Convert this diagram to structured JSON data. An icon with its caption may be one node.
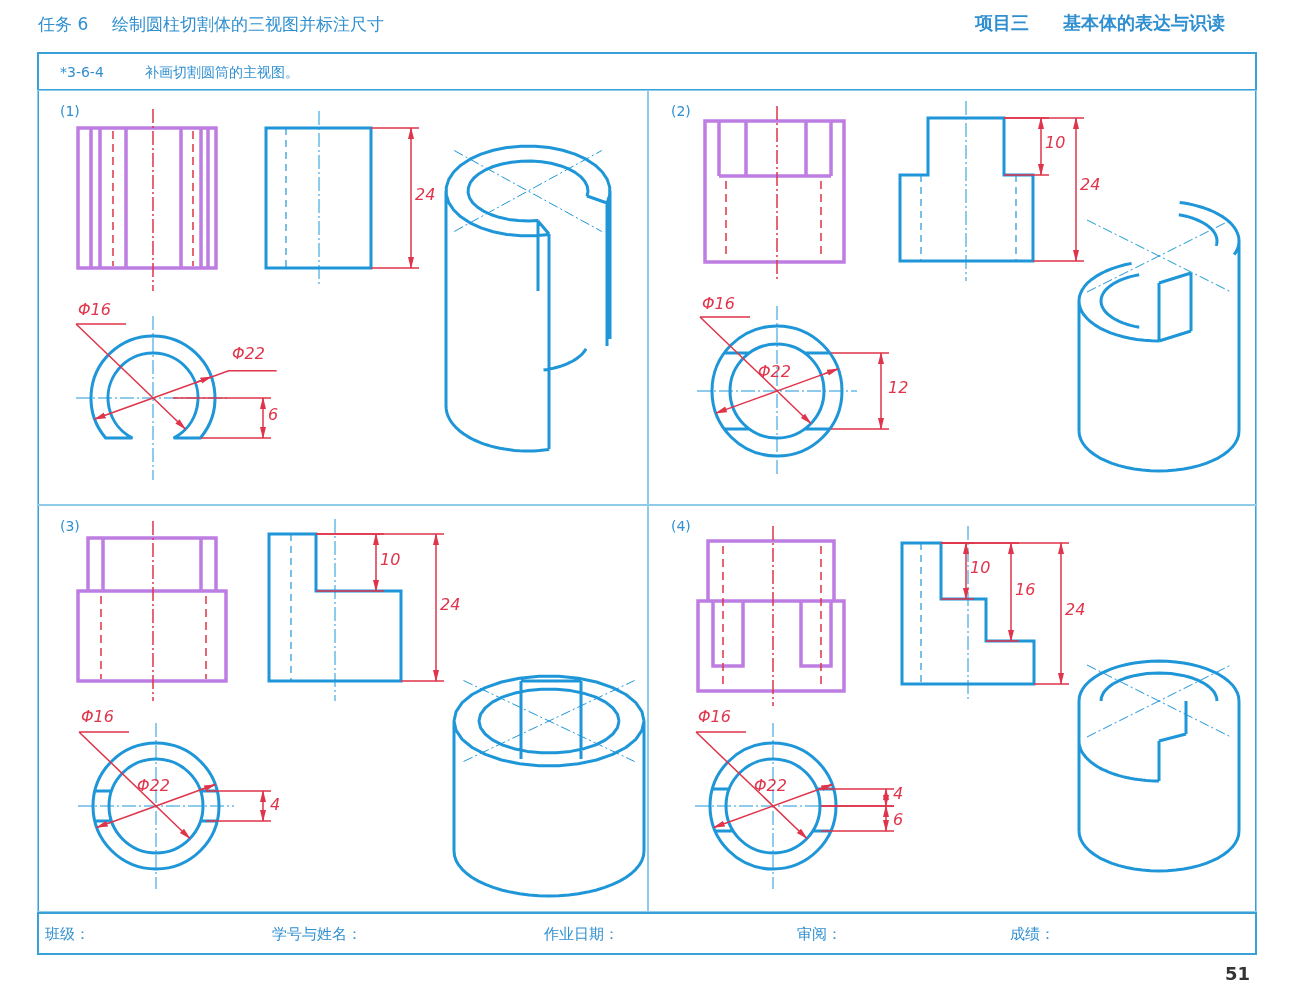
{
  "diagram": {
    "nodes": [
      {
        "text": [
          "(1)"
        ]
      },
      {
        "text": [
          "(2)"
        ]
      },
      {
        "text": [
          "(3)"
        ]
      },
      {
        "text": [
          "(4)"
        ]
      }
    ],
    "labels": [
      "任务 6",
      "绘制圆柱切割体的三视图并标注尺寸",
      "项目三",
      "基本体的表达与识读",
      "*3-6-4",
      "补画切割圆筒的主视图。",
      "24",
      "Φ16",
      "Φ22",
      "6",
      "10",
      "24",
      "Φ16",
      "Φ22",
      "12",
      "10",
      "24",
      "Φ16",
      "Φ22",
      "4",
      "10",
      "16",
      "24",
      "Φ16",
      "Φ22",
      "4",
      "6",
      "班级：",
      "学号与姓名：",
      "作业日期：",
      "审阅：",
      "成绩：",
      "51"
    ]
  }
}
